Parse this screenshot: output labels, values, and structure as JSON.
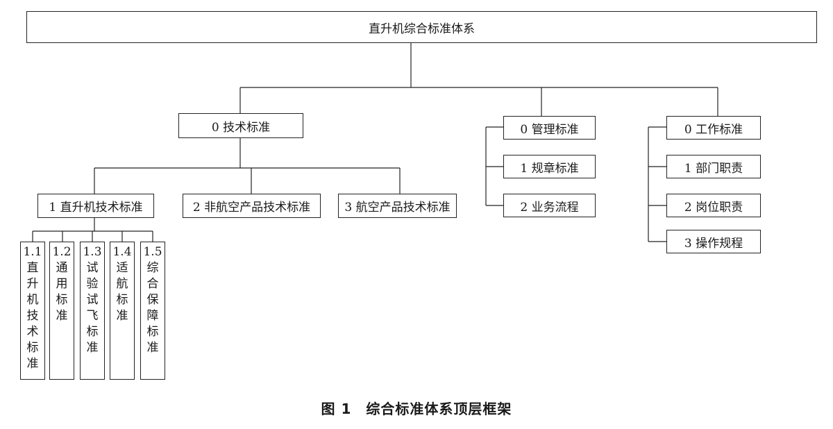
{
  "root": "直升机综合标准体系",
  "branches": {
    "tech": "0 技术标准",
    "mgmt": [
      "0 管理标准",
      "1 规章标准",
      "2 业务流程"
    ],
    "work": [
      "0 工作标准",
      "1 部门职责",
      "2 岗位职责",
      "3 操作规程"
    ]
  },
  "tech_children": [
    "1 直升机技术标准",
    "2 非航空产品技术标准",
    "3 航空产品技术标准"
  ],
  "heli_children": [
    {
      "num": "1.1",
      "chars": [
        "直",
        "升",
        "机",
        "技",
        "术",
        "标",
        "准"
      ]
    },
    {
      "num": "1.2",
      "chars": [
        "通",
        "用",
        "标",
        "准"
      ]
    },
    {
      "num": "1.3",
      "chars": [
        "试",
        "验",
        "试",
        "飞",
        "标",
        "准"
      ]
    },
    {
      "num": "1.4",
      "chars": [
        "适",
        "航",
        "标",
        "准"
      ]
    },
    {
      "num": "1.5",
      "chars": [
        "综",
        "合",
        "保",
        "障",
        "标",
        "准"
      ]
    }
  ],
  "caption": "图 1　综合标准体系顶层框架"
}
